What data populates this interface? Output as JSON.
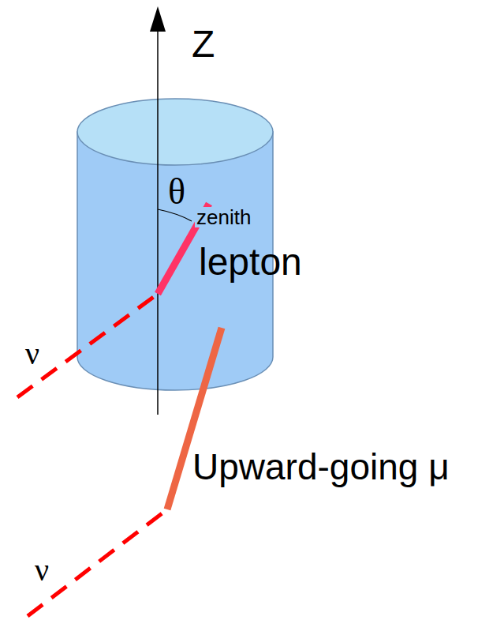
{
  "diagram": {
    "labels": [
      "Z",
      "θ",
      "zenith",
      "lepton",
      "ν",
      "ν",
      "Upward-going μ"
    ]
  }
}
